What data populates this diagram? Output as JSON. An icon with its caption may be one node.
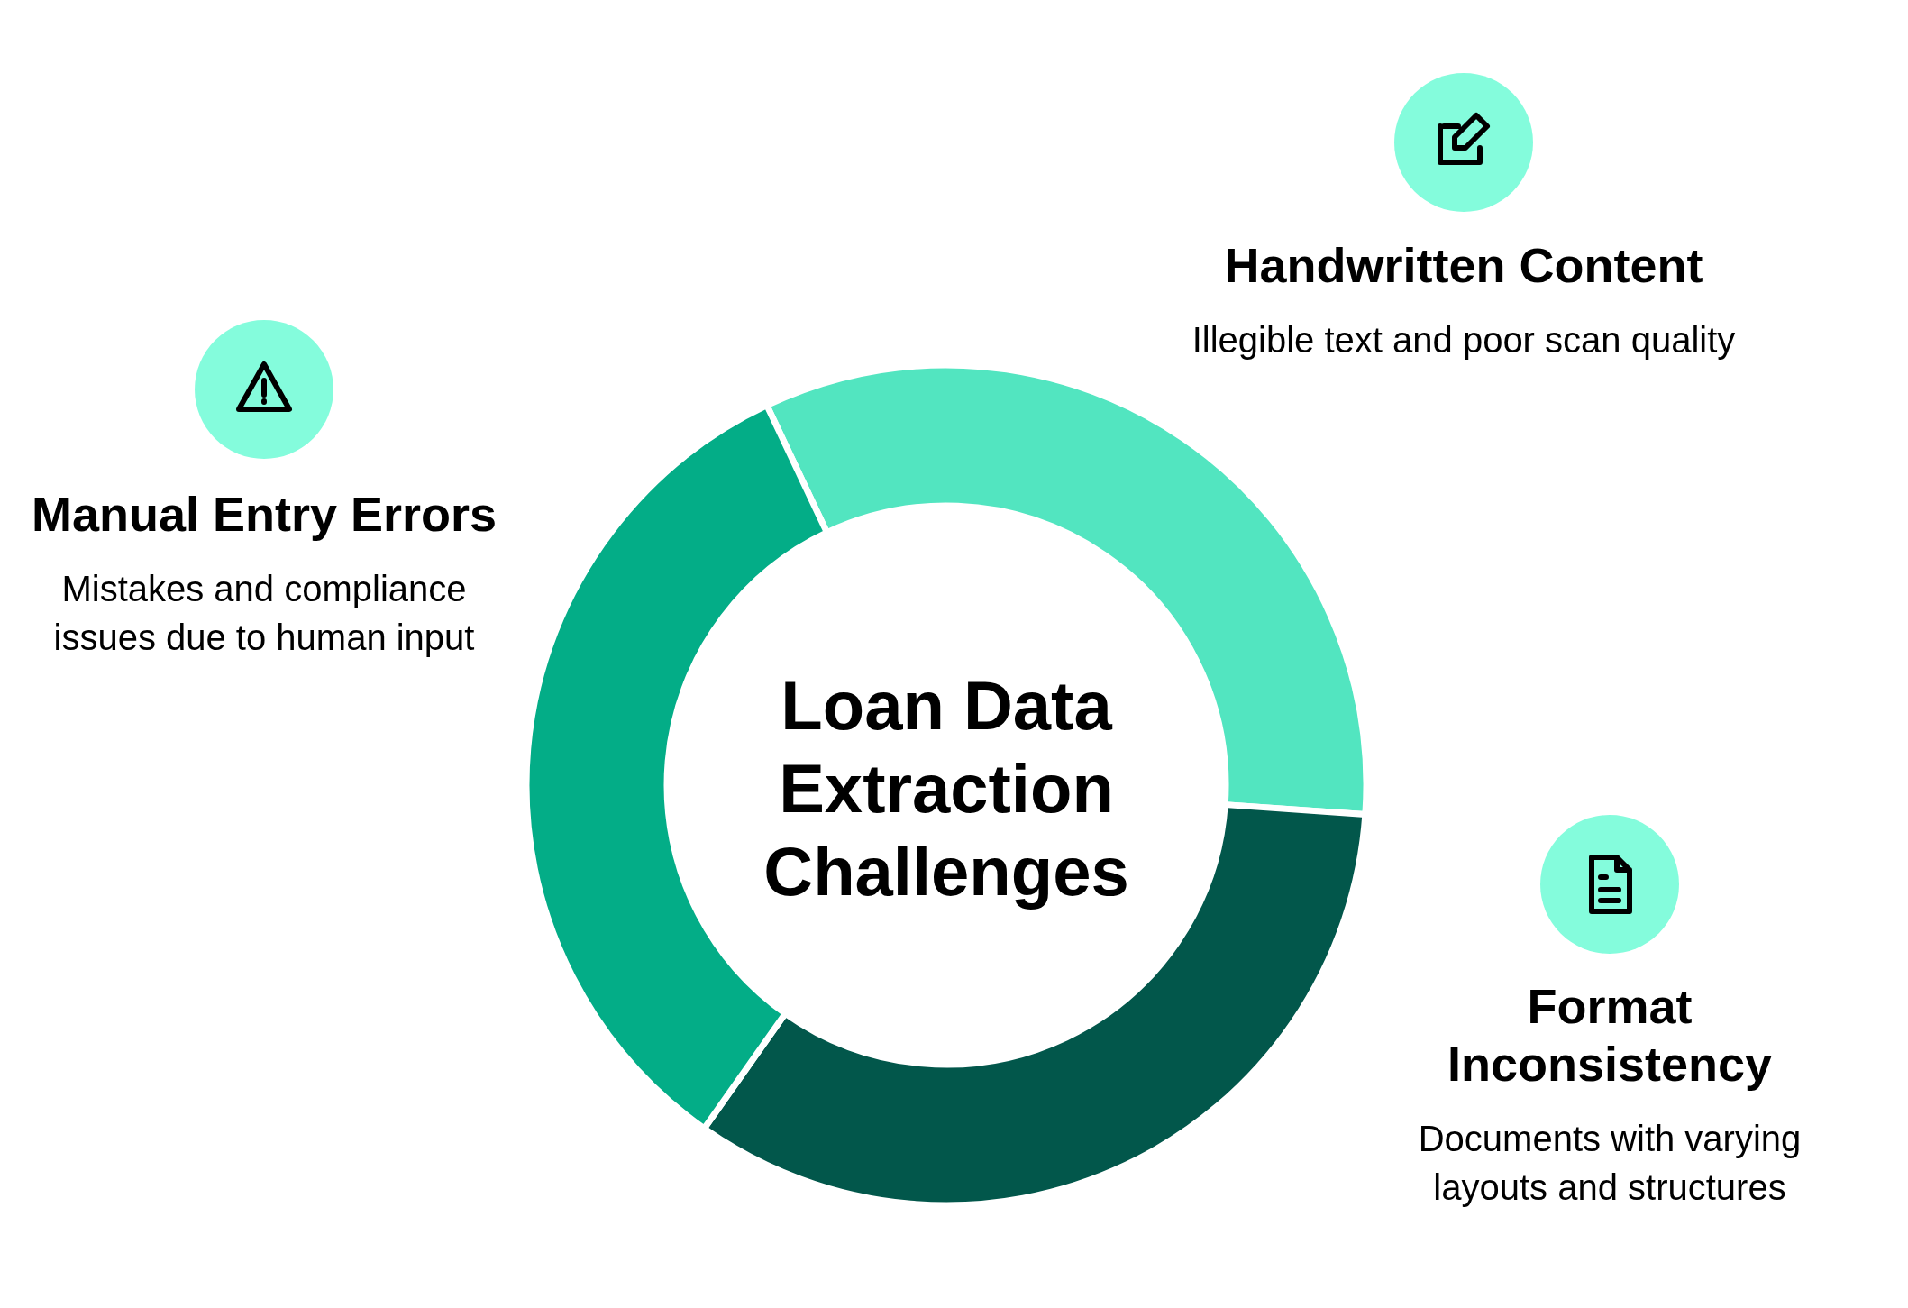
{
  "diagram": {
    "nodes": [
      {
        "text": [
          "Loan Data Extraction Challenges"
        ]
      },
      {
        "text": [
          "Handwritten Content",
          "Illegible text and poor scan quality"
        ]
      },
      {
        "text": [
          "Manual Entry Errors",
          "Mistakes and compliance issues due to human input"
        ]
      },
      {
        "text": [
          "Format Inconsistency",
          "Documents with varying layouts and structures"
        ]
      }
    ]
  }
}
